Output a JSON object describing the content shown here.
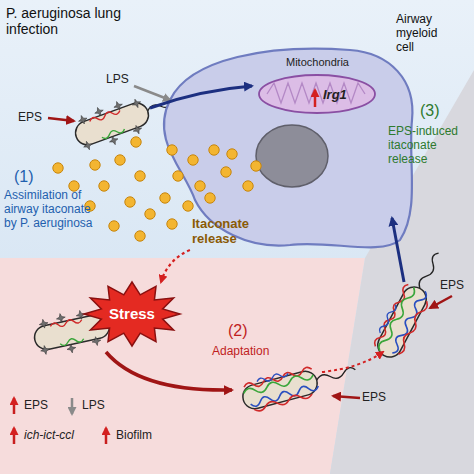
{
  "diagram": {
    "title": "P. aeruginosa lung infection",
    "nodes": [
      {
        "text": [
          "Airway myeloid cell"
        ]
      },
      {
        "text": [
          "Mitochondria",
          "Irg1"
        ],
        "in": 0
      },
      {
        "text": [
          "Stress"
        ]
      }
    ],
    "edges": [
      {
        "from": 0,
        "to": 2,
        "arrow": "to"
      }
    ],
    "labels": [
      "LPS",
      "EPS",
      "Itaconate release",
      "(1)",
      "Assimilation of airway itaconate by P. aeruginosa",
      "(3)",
      "EPS-induced itaconate release",
      "(2)",
      "Adaptation",
      "EPS",
      "EPS",
      "EPS",
      "LPS",
      "ich-ict-ccl",
      "Biofilm"
    ]
  }
}
